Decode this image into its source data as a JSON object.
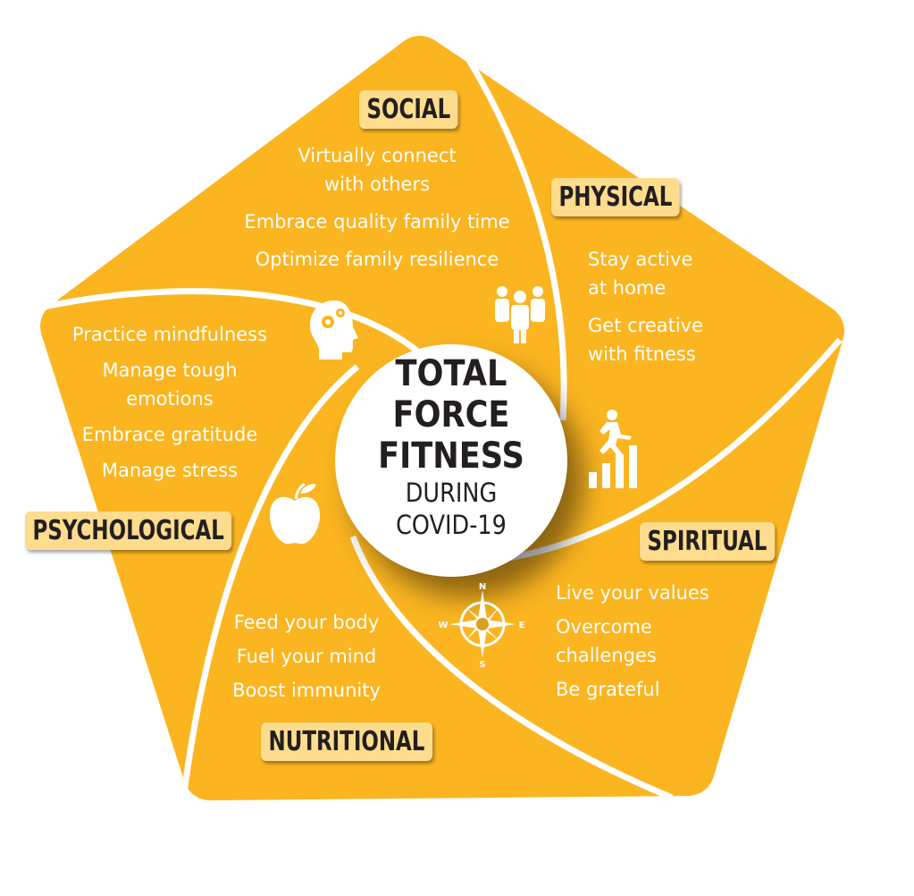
{
  "title": {
    "line1": "TOTAL",
    "line2": "FORCE",
    "line3": "FITNESS",
    "line4": "DURING",
    "line5": "COVID-19"
  },
  "colors": {
    "panel": "#FBB520",
    "label_bg": "#FDDC8E",
    "text": "#FFFFFF",
    "dark": "#231F20"
  },
  "domains": {
    "social": {
      "label": "SOCIAL",
      "items": [
        "Virtually connect",
        "with others",
        "Embrace quality family time",
        "Optimize family resilience"
      ],
      "icon": "people-group-icon"
    },
    "physical": {
      "label": "PHYSICAL",
      "items": [
        "Stay active",
        "at home",
        "Get creative",
        "with fitness"
      ],
      "icon": "runner-stairs-icon"
    },
    "spiritual": {
      "label": "SPIRITUAL",
      "items": [
        "Live your values",
        "Overcome",
        "challenges",
        "Be grateful"
      ],
      "icon": "compass-icon",
      "compass": {
        "n": "N",
        "e": "E",
        "s": "S",
        "w": "W"
      }
    },
    "nutritional": {
      "label": "NUTRITIONAL",
      "items": [
        "Feed your body",
        "Fuel your mind",
        "Boost immunity"
      ],
      "icon": "apple-icon"
    },
    "psychological": {
      "label": "PSYCHOLOGICAL",
      "items": [
        "Practice mindfulness",
        "Manage tough",
        "emotions",
        "Embrace gratitude",
        "Manage stress"
      ],
      "icon": "head-gears-icon"
    }
  }
}
